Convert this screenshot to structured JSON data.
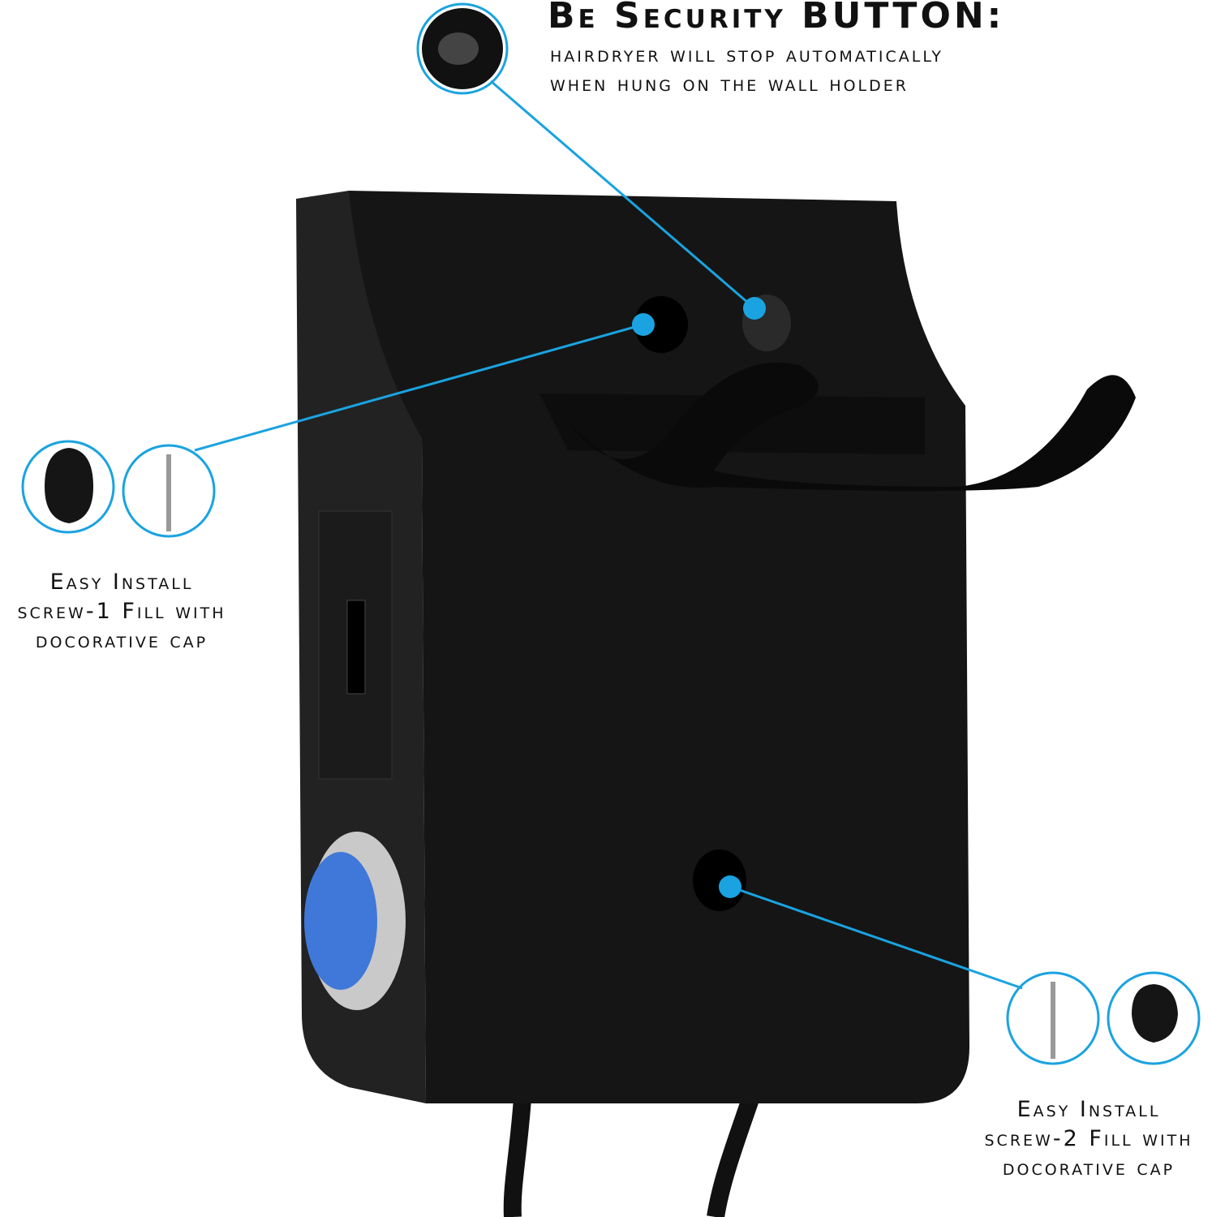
{
  "header": {
    "title": "Be Security BUTTON:",
    "lines": [
      "HAIRDRYER WILL STOP AUTOMATICALLY",
      "WHEN HUNG ON THE WALL HOLDER"
    ]
  },
  "left_callout": {
    "lines": [
      "Easy Install",
      "screw-1  Fill with",
      "docorative cap"
    ]
  },
  "right_callout": {
    "lines": [
      "Easy Install",
      "screw-2  Fill with",
      "docorative cap"
    ]
  },
  "colors": {
    "accent": "#1aa3e0",
    "device": "#161616"
  }
}
